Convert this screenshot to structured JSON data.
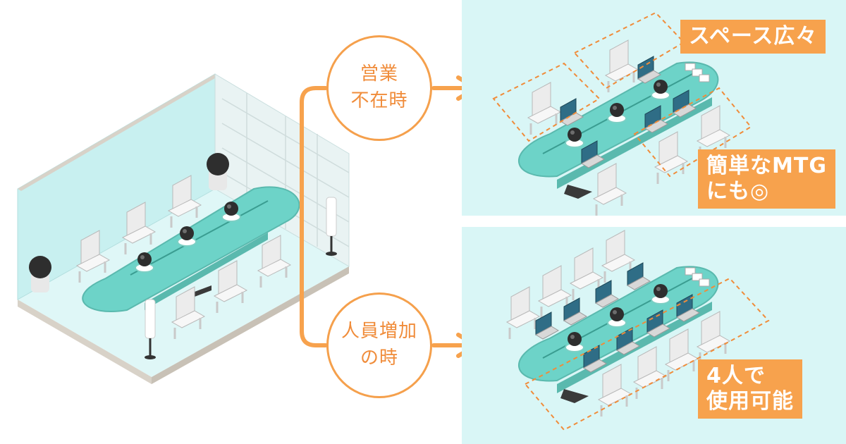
{
  "colors": {
    "panel_bg": "#d9f6f6",
    "accent_orange": "#f7a24d",
    "table_teal": "#6dd3c8",
    "glass": "#bfeeee"
  },
  "branches": {
    "top": {
      "line1": "営業",
      "line2": "不在時"
    },
    "bottom": {
      "line1": "人員増加",
      "line2": "の時"
    }
  },
  "top_panel": {
    "tag": "スペース広々",
    "note_line1": "簡単なMTG",
    "note_line2": "にも◎"
  },
  "bottom_panel": {
    "note_line1": "4人で",
    "note_line2": "使用可能"
  }
}
